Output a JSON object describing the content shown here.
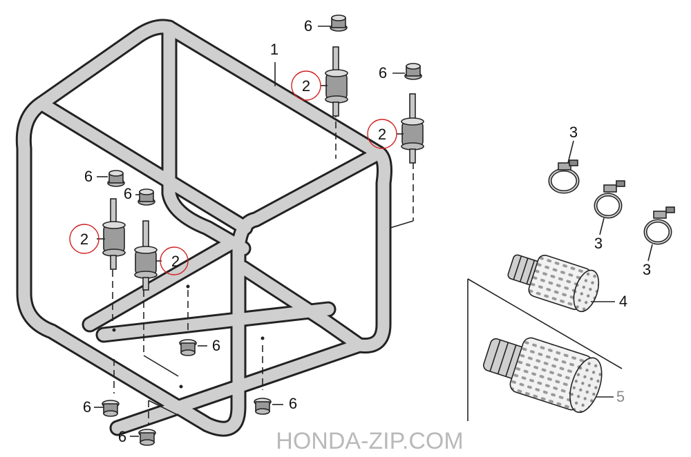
{
  "diagram": {
    "parts": {
      "frame": "1",
      "mount_rubber": "2",
      "hose_clamp": "3",
      "strainer": "4",
      "strainer_alt": "5",
      "flange_nut": "6"
    },
    "highlight_color": "#d22020",
    "watermark": "HONDA-ZIP.COM"
  }
}
